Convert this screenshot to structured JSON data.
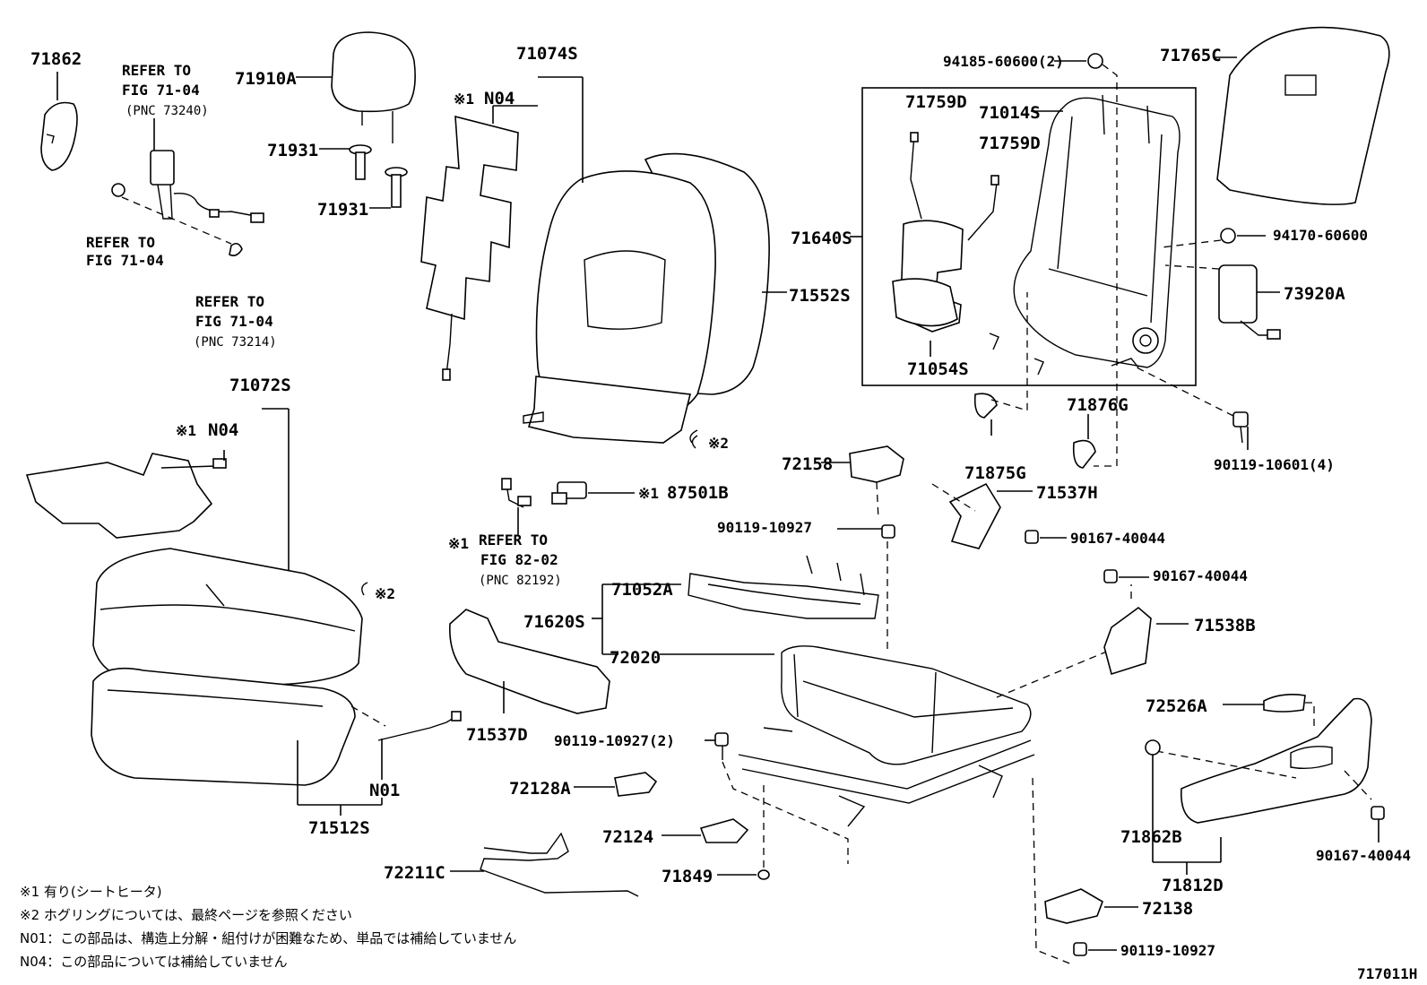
{
  "parts": {
    "p71862": "71862",
    "p71910A": "71910A",
    "p71931a": "71931",
    "p71931b": "71931",
    "p71074S": "71074S",
    "p94185": "94185-60600(2)",
    "p71765C": "71765C",
    "p71759Da": "71759D",
    "p71014S": "71014S",
    "p71759Db": "71759D",
    "p71640S": "71640S",
    "p71552S": "71552S",
    "p94170": "94170-60600",
    "p73920A": "73920A",
    "p71054S": "71054S",
    "p71876G": "71876G",
    "p90119_10601": "90119-10601(4)",
    "p71072S": "71072S",
    "p72158": "72158",
    "p71875G": "71875G",
    "p71537H": "71537H",
    "p87501B": "87501B",
    "p90119_10927a": "90119-10927",
    "p90167a": "90167-40044",
    "p90167b": "90167-40044",
    "p71052A": "71052A",
    "p71620S": "71620S",
    "p71538B": "71538B",
    "p72020": "72020",
    "p72526A": "72526A",
    "p71537D": "71537D",
    "p90119_10927_2": "90119-10927(2)",
    "p72128A": "72128A",
    "p71862B": "71862B",
    "p72124": "72124",
    "p90167c": "90167-40044",
    "p71849": "71849",
    "p71812D": "71812D",
    "p72211C": "72211C",
    "p72138": "72138",
    "p90119_10927b": "90119-10927",
    "p71512S": "71512S",
    "N01": "N01",
    "N04a": "N04",
    "N04b": "N04"
  },
  "markers": {
    "m1a": "※1",
    "m1b": "※1",
    "m1c": "※1",
    "m1d": "※1",
    "m2a": "※2",
    "m2b": "※2"
  },
  "refs": {
    "r1_l1": "REFER TO",
    "r1_l2": "FIG 71-04",
    "r1_l3": "(PNC 73240)",
    "r2_l1": "REFER TO",
    "r2_l2": "FIG 71-04",
    "r3_l1": "REFER TO",
    "r3_l2": "FIG 71-04",
    "r3_l3": "(PNC 73214)",
    "r4_l1": "REFER TO",
    "r4_l2": "FIG 82-02",
    "r4_l3": "(PNC 82192)"
  },
  "notes": {
    "n1": "※1 有り(シートヒータ)",
    "n2": "※2 ホグリングについては、最終ページを参照ください",
    "n3": "N01：この部品は、構造上分解・組付けが困難なため、単品では補給していません",
    "n4": "N04：この部品については補給していません"
  },
  "figure_id": "717011H"
}
